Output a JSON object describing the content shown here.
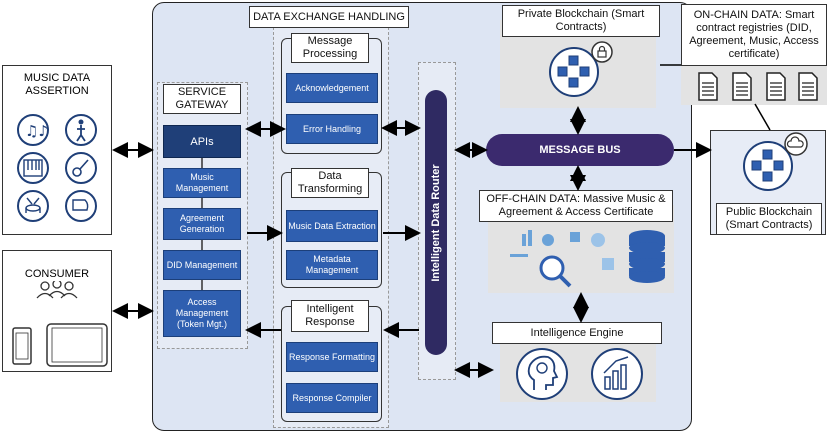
{
  "music_assertion": {
    "title": "MUSIC DATA ASSERTION"
  },
  "consumer": {
    "title": "CONSUMER"
  },
  "service_gateway": {
    "title": "SERVICE GATEWAY",
    "apis": "APIs",
    "items": [
      "Music Management",
      "Agreement Generation",
      "DID Management",
      "Access Management (Token Mgt.)"
    ]
  },
  "data_exchange": {
    "title": "DATA EXCHANGE HANDLING",
    "message_processing": {
      "title": "Message Processing",
      "items": [
        "Acknowledgement",
        "Error Handling"
      ]
    },
    "data_transforming": {
      "title": "Data Transforming",
      "items": [
        "Music Data Extraction",
        "Metadata Management"
      ]
    },
    "intelligent_response": {
      "title": "Intelligent Response",
      "items": [
        "Response Formatting",
        "Response Compiler"
      ]
    }
  },
  "router": {
    "label": "Intelligent Data Router"
  },
  "private_blockchain": {
    "title": "Private Blockchain (Smart Contracts)"
  },
  "on_chain": {
    "title": "ON-CHAIN DATA: Smart contract registries (DID, Agreement, Music, Access certificate)"
  },
  "message_bus": {
    "label": "MESSAGE BUS"
  },
  "public_blockchain": {
    "title": "Public Blockchain (Smart Contracts)"
  },
  "off_chain": {
    "title": "OFF-CHAIN DATA: Massive Music & Agreement & Access Certificate"
  },
  "intelligence_engine": {
    "title": "Intelligence Engine"
  }
}
